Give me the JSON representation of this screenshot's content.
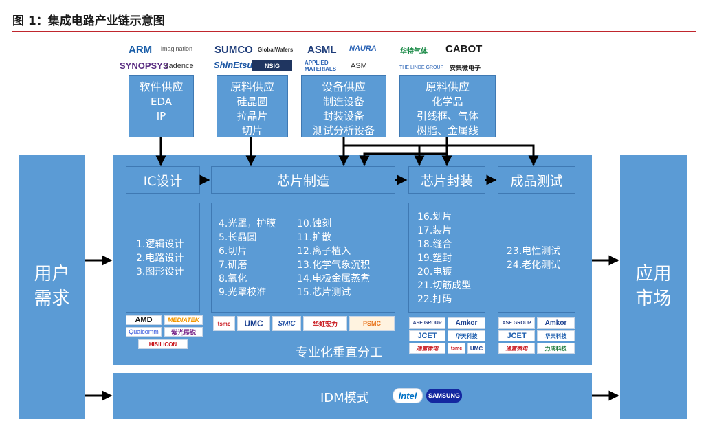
{
  "figure": {
    "title": "图 1：集成电路产业链示意图"
  },
  "user_demand": "用户\n需求",
  "application_market": "应用\n市场",
  "supply": {
    "software": {
      "title": "软件供应",
      "items": [
        "EDA",
        "IP"
      ],
      "logos": [
        "ARM",
        "imagination",
        "SYNOPSYS",
        "cadence"
      ]
    },
    "materials_wafer": {
      "title": "原料供应",
      "items": [
        "硅晶圆",
        "拉晶片",
        "切片"
      ],
      "logos": [
        "SUMCO",
        "GlobalWafers",
        "ShinEtsu",
        "NSIG"
      ]
    },
    "equipment": {
      "title": "设备供应",
      "items": [
        "制造设备",
        "封装设备",
        "测试分析设备"
      ],
      "logos": [
        "ASML",
        "NAURA",
        "APPLIED MATERIALS",
        "ASM"
      ]
    },
    "materials_chem": {
      "title": "原料供应",
      "items": [
        "化学品",
        "引线框、气体",
        "树脂、金属线"
      ],
      "logos": [
        "华特气体",
        "CABOT",
        "THE LINDE GROUP",
        "安集微电子"
      ]
    }
  },
  "stages": {
    "ic_design": "IC设计",
    "chip_manufacturing": "芯片制造",
    "chip_packaging": "芯片封装",
    "product_testing": "成品测试"
  },
  "steps": {
    "ic_design": [
      "1.逻辑设计",
      "2.电路设计",
      "3.图形设计"
    ],
    "manufacturing_col1": [
      "4.光罩，护膜",
      "5.长晶圆",
      "6.切片",
      "7.研磨",
      "8.氧化",
      "9.光罩校准"
    ],
    "manufacturing_col2": [
      "10.蚀刻",
      "11.扩散",
      "12.离子植入",
      "13.化学气象沉积",
      "14.电极金属蒸煮",
      "15.芯片测试"
    ],
    "packaging": [
      "16.划片",
      "17.装片",
      "18.缝合",
      "19.塑封",
      "20.电镀",
      "21.切筋成型",
      "22.打码"
    ],
    "testing": [
      "23.电性测试",
      "24.老化测试"
    ]
  },
  "company_logos": {
    "ic_design": [
      "AMD",
      "MEDIATEK",
      "Qualcomm",
      "紫光展锐",
      "HISILICON"
    ],
    "manufacturing": [
      "tsmc",
      "UMC",
      "SMIC",
      "华虹宏力",
      "PSMC"
    ],
    "packaging": [
      "ASE GROUP",
      "Amkor",
      "JCET",
      "华天科技",
      "通富微电",
      "tsmc",
      "UMC"
    ],
    "testing": [
      "ASE GROUP",
      "Amkor",
      "JCET",
      "华天科技",
      "通富微电",
      "力成科技"
    ]
  },
  "vertical_division_label": "专业化垂直分工",
  "idm": {
    "label": "IDM模式",
    "logos": [
      "intel",
      "SAMSUNG"
    ]
  },
  "colors": {
    "box": "#5b9bd5",
    "title_rule": "#c0262d",
    "arrow": "#000000"
  }
}
